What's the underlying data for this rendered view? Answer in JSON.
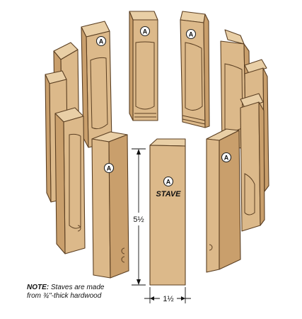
{
  "labels": {
    "part_letter": "A",
    "part_name": "STAVE"
  },
  "dimensions": {
    "height": "5½",
    "width": "1½"
  },
  "note": {
    "prefix": "NOTE:",
    "line1": "Staves are made",
    "line2": "from ¾\"-thick hardwood"
  },
  "colors": {
    "wood_face": "#dcb98a",
    "wood_shade": "#c99f6c",
    "wood_top": "#e9cfa6",
    "outline": "#5b3f22"
  }
}
